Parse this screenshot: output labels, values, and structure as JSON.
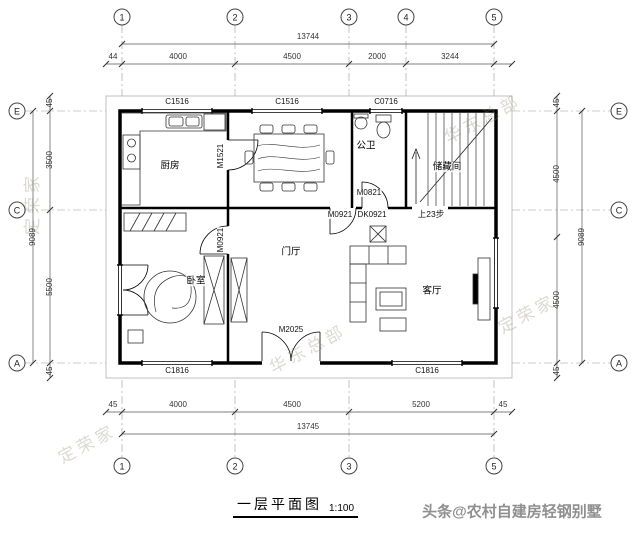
{
  "title": {
    "name": "一层平面图",
    "scale": "1:100"
  },
  "watermarks": {
    "footer": "头条@农村自建房轻钢别墅",
    "brand": "定荣家",
    "branch": "华东总部"
  },
  "axes": {
    "top": [
      "1",
      "2",
      "3",
      "4",
      "5"
    ],
    "bottom": [
      "1",
      "2",
      "3",
      "5"
    ],
    "left": [
      "E",
      "C",
      "A"
    ],
    "right": [
      "E",
      "C",
      "A"
    ]
  },
  "dims": {
    "top_total": "13744",
    "top_seg": [
      "44",
      "4000",
      "4500",
      "2000",
      "3244"
    ],
    "bottom_total": "13745",
    "bottom_seg": [
      "45",
      "4000",
      "4500",
      "5200",
      "45"
    ],
    "left_total": "9089",
    "left_seg": [
      "45",
      "3500",
      "5500",
      "45"
    ],
    "right_total": "9089",
    "right_seg": [
      "45",
      "4500",
      "4500",
      "45"
    ]
  },
  "rooms": {
    "kitchen": "厨房",
    "bath": "公卫",
    "storage": "储藏间",
    "foyer": "门厅",
    "living": "客厅",
    "bedroom": "卧室"
  },
  "stair_note": "上23步",
  "openings": {
    "win_top_1": "C1516",
    "win_top_2": "C1516",
    "win_top_3": "C0716",
    "door_kitchen": "M1521",
    "door_bath": "M0821",
    "door_foyer": "M0921",
    "door_foyer_dk": "DK0921",
    "door_bedroom": "M0921",
    "door_entry": "M2025",
    "win_bottom_1": "C1816",
    "win_bottom_2": "C1816"
  }
}
